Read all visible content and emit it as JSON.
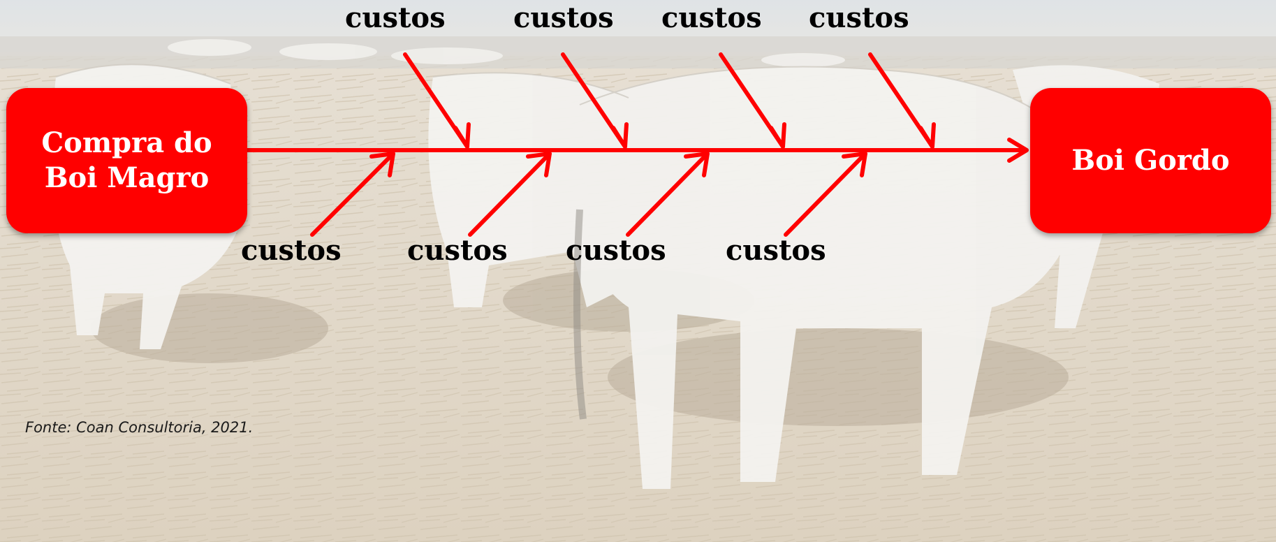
{
  "diagram": {
    "start_label_line1": "Compra do",
    "start_label_line2": "Boi Magro",
    "end_label": "Boi Gordo",
    "costs_top": [
      "custos",
      "custos",
      "custos",
      "custos"
    ],
    "costs_bottom": [
      "custos",
      "custos",
      "custos",
      "custos"
    ],
    "source": "Fonte: Coan Consultoria, 2021.",
    "colors": {
      "accent": "#ff0000",
      "label_text": "#000000",
      "box_text": "#ffffff"
    }
  }
}
